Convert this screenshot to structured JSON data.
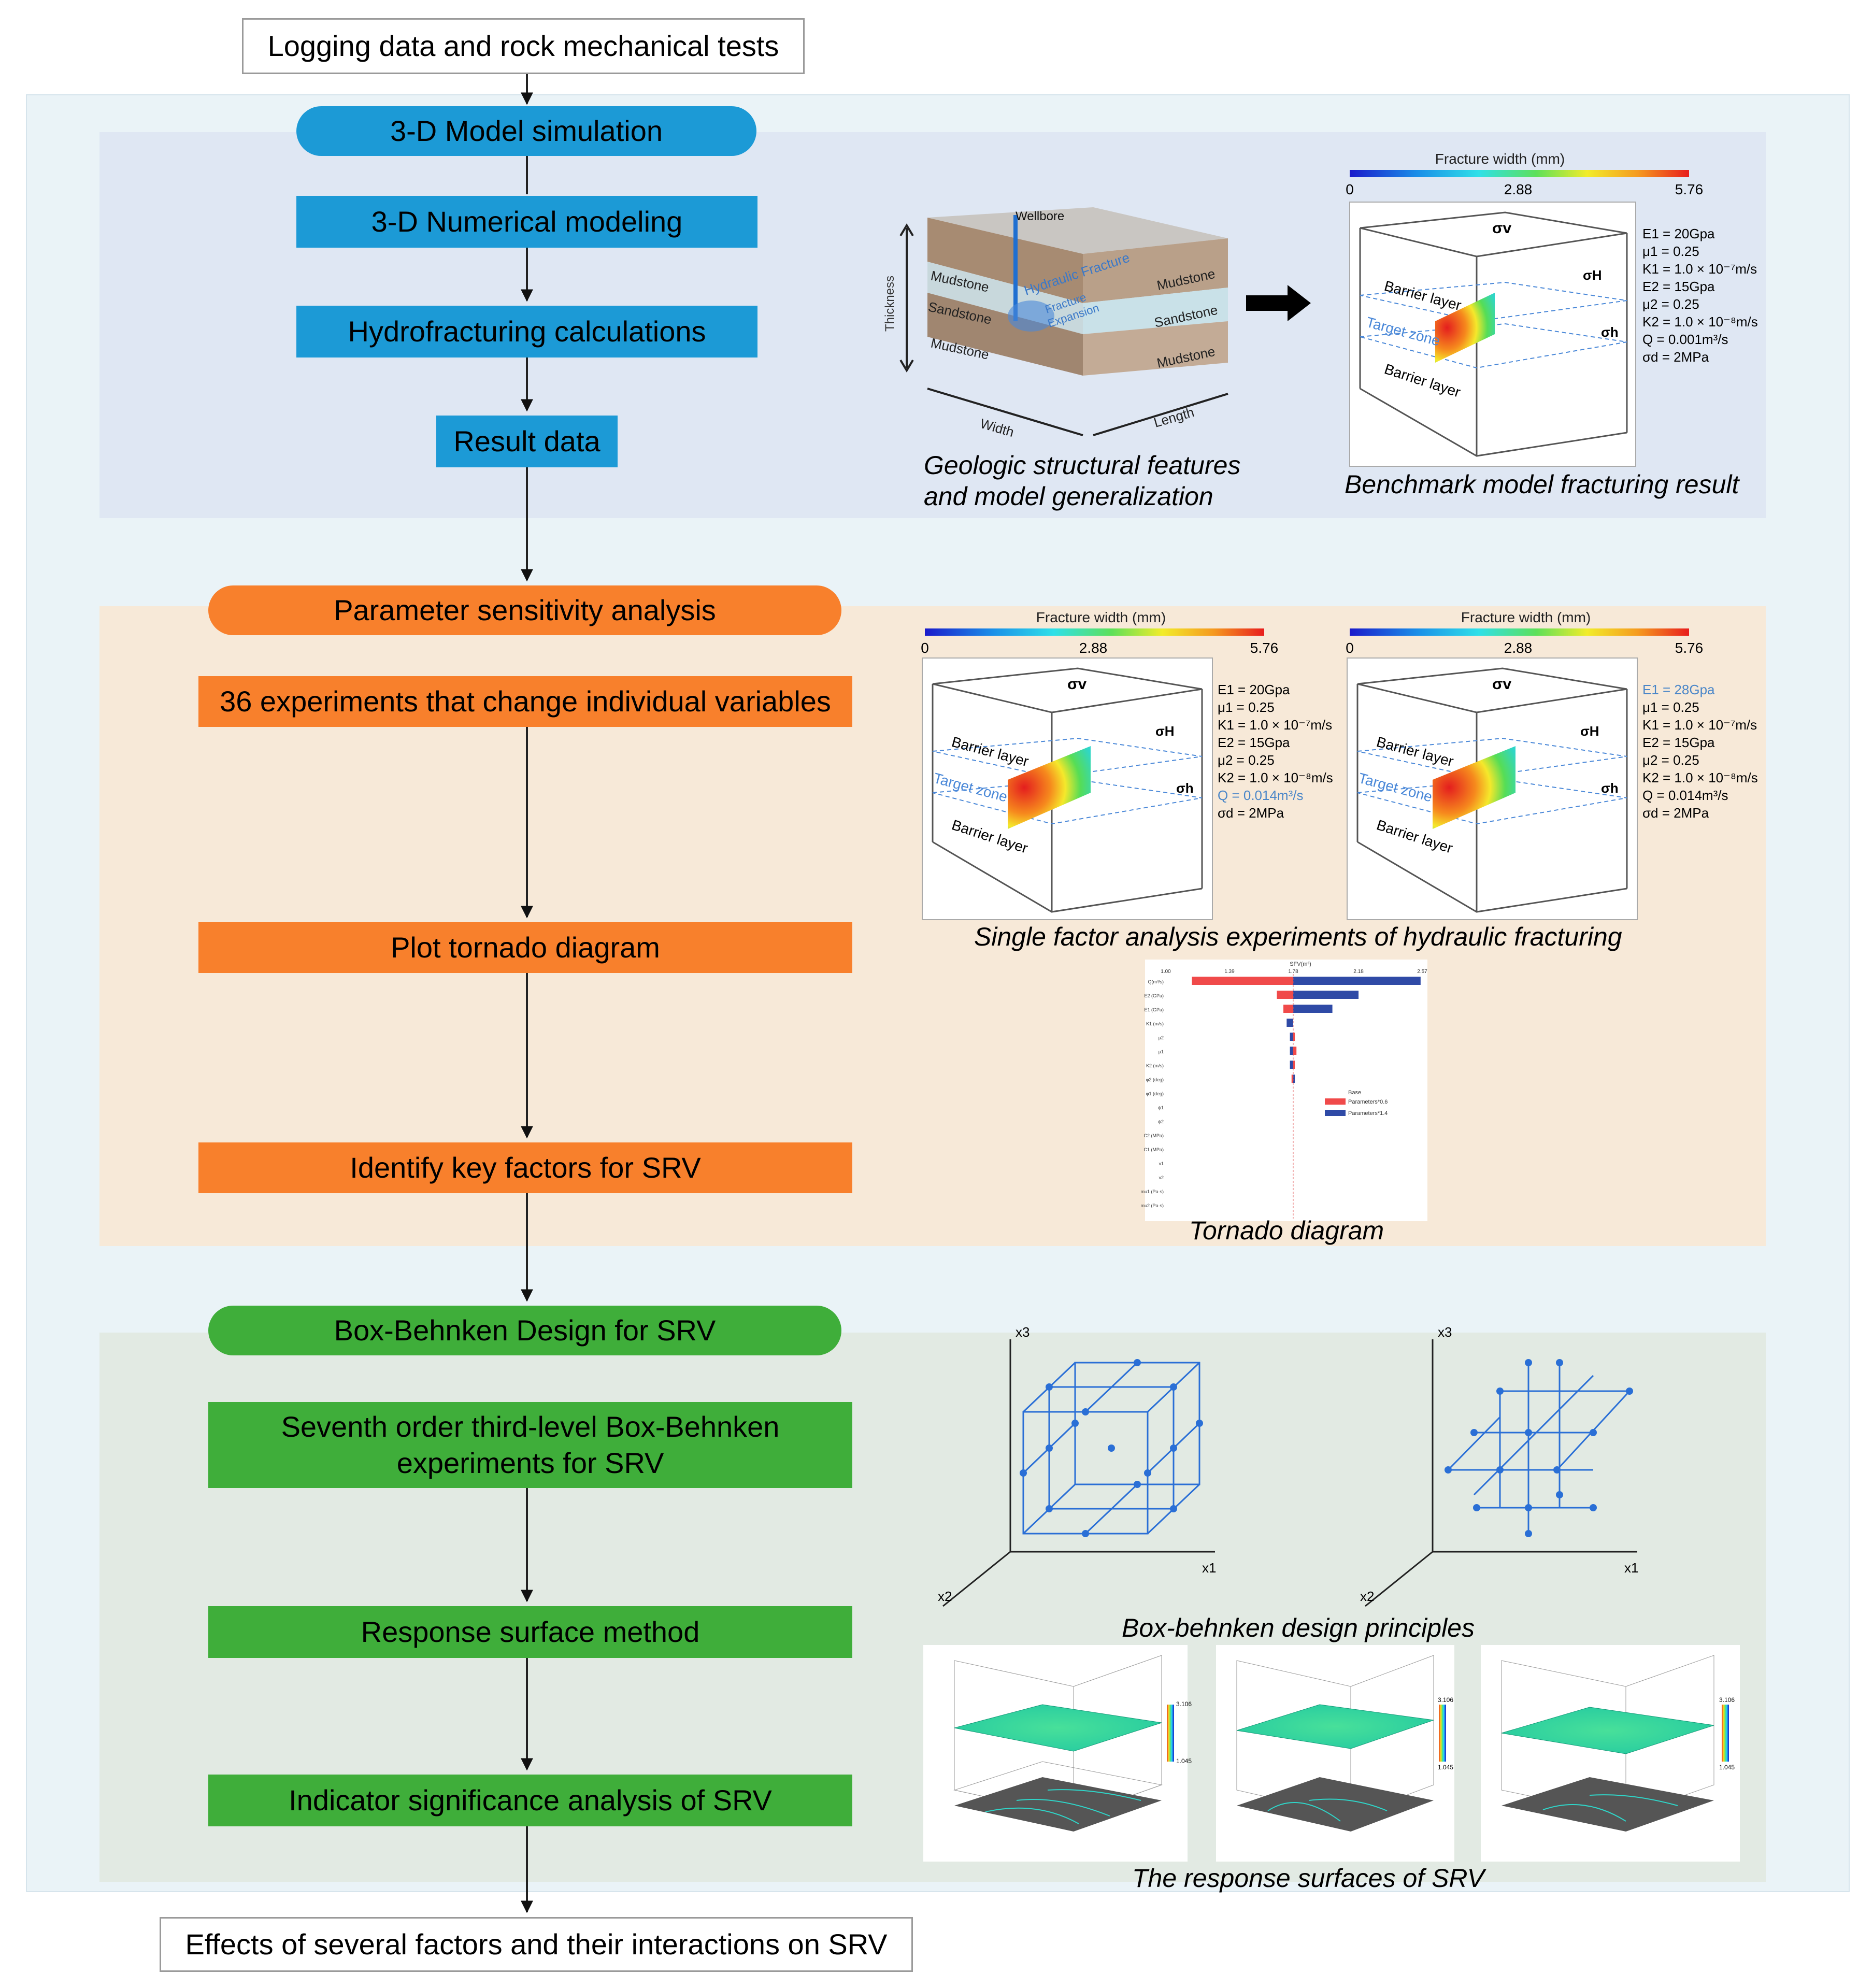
{
  "flow": {
    "start": "Logging data and rock mechanical tests",
    "s1_title": "3-D  Model simulation",
    "s1_step1": "3-D Numerical modeling",
    "s1_step2": "Hydrofracturing calculations",
    "s1_step3": "Result data",
    "s2_title": "Parameter sensitivity analysis",
    "s2_step1": "36 experiments that change individual variables",
    "s2_step2": "Plot tornado diagram",
    "s2_step3": "Identify  key factors for SRV",
    "s3_title": "Box-Behnken  Design for SRV",
    "s3_step1_l1": "Seventh  order third-level Box-Behnken",
    "s3_step1_l2": "experiments for SRV",
    "s3_step2": "Response surface method",
    "s3_step3": "Indicator significance analysis of SRV",
    "end": "Effects of several factors and their interactions on SRV"
  },
  "geo": {
    "wellbore": "Wellbore",
    "thickness": "Thickness",
    "width": "Width",
    "length": "Length",
    "hydraulic_fracture": "Hydraulic Fracture",
    "fracture": "Fracture",
    "expansion": "Expansion",
    "mudstone": "Mudstone",
    "sandstone": "Sandstone",
    "caption_l1": "Geologic structural features",
    "caption_l2": "and model generalization"
  },
  "colorbar": {
    "title": "Fracture width (mm)",
    "min": "0",
    "mid": "2.88",
    "max": "5.76"
  },
  "model": {
    "barrier": "Barrier layer",
    "target": "Target zone",
    "sigma_v": "σv",
    "sigma_H": "σH",
    "sigma_h": "σh"
  },
  "bench": {
    "caption": "Benchmark model fracturing result",
    "params": [
      "E1 = 20Gpa",
      "μ1 = 0.25",
      "K1 = 1.0 × 10⁻⁷m/s",
      "E2 = 15Gpa",
      "μ2 = 0.25",
      "K2 = 1.0 × 10⁻⁸m/s",
      "Q = 0.001m³/s",
      "σd = 2MPa"
    ]
  },
  "single": {
    "caption": "Single factor analysis experiments of hydraulic fracturing",
    "params_a": [
      "E1 = 20Gpa",
      "μ1 = 0.25",
      "K1 = 1.0 × 10⁻⁷m/s",
      "E2 = 15Gpa",
      "μ2 = 0.25",
      "K2 = 1.0 × 10⁻⁸m/s",
      "Q = 0.014m³/s",
      "σd = 2MPa"
    ],
    "params_b": [
      "E1 = 28Gpa",
      "μ1 = 0.25",
      "K1 = 1.0 × 10⁻⁷m/s",
      "E2 = 15Gpa",
      "μ2 = 0.25",
      "K2 = 1.0 × 10⁻⁸m/s",
      "Q = 0.014m³/s",
      "σd = 2MPa"
    ],
    "highlight_color": "#4a86c8"
  },
  "tornado": {
    "caption": "Tornado diagram",
    "axis_title": "SFV(m³)",
    "ticks": [
      "1.00",
      "1.39",
      "1.78",
      "2.18",
      "2.57"
    ],
    "legend_title": "Base",
    "legend_low": "Parameters*0.6",
    "legend_high": "Parameters*1.4"
  },
  "chart_data": {
    "type": "bar",
    "xlabel": "SFV(m³)",
    "xlim": [
      1.0,
      2.57
    ],
    "base": 1.78,
    "categories": [
      "Q(m³/s)",
      "E2 (GPa)",
      "E1 (GPa)",
      "K1 (m/s)",
      "μ2",
      "μ1",
      "K2 (m/s)",
      "φ2 (deg)",
      "φ1 (deg)",
      "ψ1",
      "ψ2",
      "C2 (MPa)",
      "C1 (MPa)",
      "v1",
      "v2",
      "mu1 (Pa·s)",
      "mu2 (Pa·s)"
    ],
    "series": [
      {
        "name": "Parameters*0.6",
        "color": "#f04a4a",
        "values": [
          1.16,
          1.68,
          1.72,
          1.75,
          1.79,
          1.8,
          1.79,
          1.77,
          1.78,
          1.78,
          1.78,
          1.78,
          1.78,
          1.78,
          1.78,
          1.78,
          1.78
        ]
      },
      {
        "name": "Parameters*1.4",
        "color": "#2f4aa6",
        "values": [
          2.56,
          2.18,
          2.02,
          1.74,
          1.76,
          1.76,
          1.76,
          1.79,
          1.78,
          1.78,
          1.78,
          1.78,
          1.78,
          1.78,
          1.78,
          1.78,
          1.78
        ]
      }
    ]
  },
  "bbd": {
    "x1": "x1",
    "x2": "x2",
    "x3": "x3",
    "caption": "Box-behnken design principles"
  },
  "rs": {
    "caption": "The response surfaces of SRV",
    "cb_max": "3.106",
    "cb_min": "1.045"
  },
  "colors": {
    "blue": "#1c9ad6",
    "orange": "#f8802c",
    "green": "#3fae3a"
  }
}
